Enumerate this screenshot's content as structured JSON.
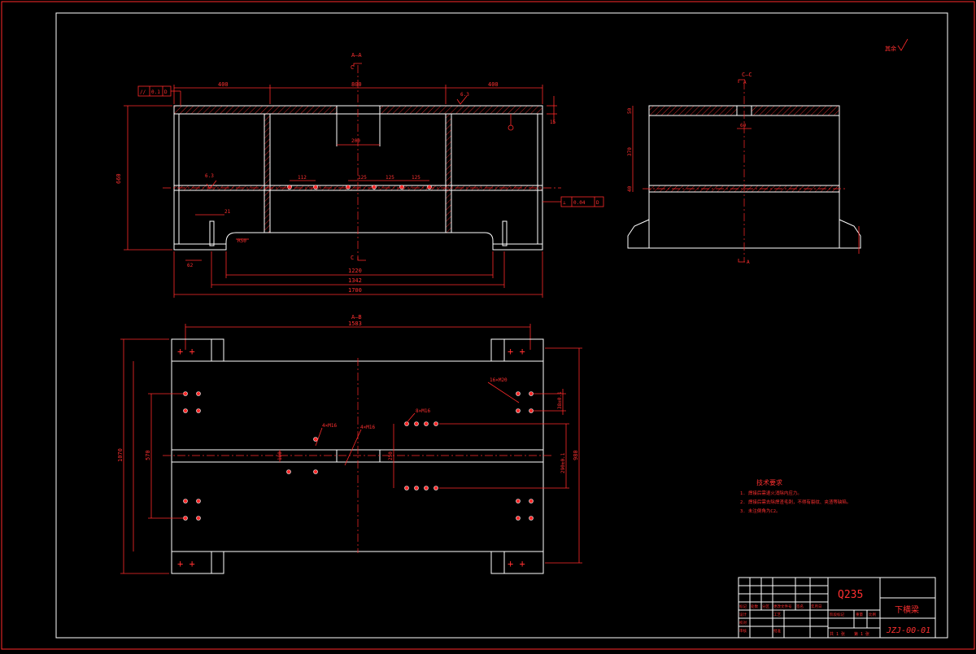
{
  "views": {
    "section_aa": {
      "label": "A–A",
      "cut_mark": "C",
      "dims": {
        "left_400": "400",
        "mid_800": "800",
        "right_400": "400",
        "height_660": "660",
        "d200": "200",
        "d112": "112",
        "d125a": "125",
        "d125b": "125",
        "d125c": "125",
        "d21": "21",
        "r50": "R50",
        "d62": "62",
        "w1220": "1220",
        "w1342": "1342",
        "w1700": "1700",
        "t15": "15",
        "cut_c_bottom": "C"
      },
      "tolerance_top": {
        "symbol": "//",
        "value": "0.1",
        "datum": "D"
      },
      "tolerance_right": {
        "symbol": "⊥",
        "value": "0.04",
        "datum": "D"
      },
      "roughness_top": "6.3",
      "roughness_mid": "6.3"
    },
    "section_cc": {
      "label": "C–C",
      "cut_mark_top": "A",
      "cut_mark_bottom": "A",
      "dims": {
        "d50": "50",
        "d60": "60",
        "d370": "370",
        "d40": "40"
      }
    },
    "section_bb": {
      "label": "A–B",
      "dims": {
        "w1583": "1583",
        "h1070": "1070",
        "h570": "570",
        "h980": "980",
        "d180": "180",
        "d250": "250",
        "d290": "290±0.1",
        "d38": "38±0.1"
      },
      "callouts": {
        "c16m20": "16×M20",
        "c8m16": "8×M16",
        "c4m16a": "4×M16",
        "c4m16b": "4×M16"
      }
    }
  },
  "roughness_default": "其余",
  "tech_requirements": {
    "title": "技术要求",
    "items": [
      "1. 焊接后需退火消除内应力。",
      "2. 焊接后需去除焊渣毛刺，不得有裂纹、夹渣等缺陷。",
      "3. 未注倒角为C2。"
    ]
  },
  "title_block": {
    "material": "Q235",
    "part_name": "下横梁",
    "drawing_no": "JZJ-00-01",
    "sheet_total": "共 1 张",
    "sheet_no": "第 1 张",
    "row_labels": [
      "标记",
      "处数",
      "分区",
      "更改文件号",
      "签名",
      "年月日"
    ],
    "role_labels": [
      "设计",
      "校对",
      "审核",
      "工艺",
      "批准"
    ],
    "col_labels": [
      "阶段标记",
      "重量",
      "比例"
    ]
  }
}
